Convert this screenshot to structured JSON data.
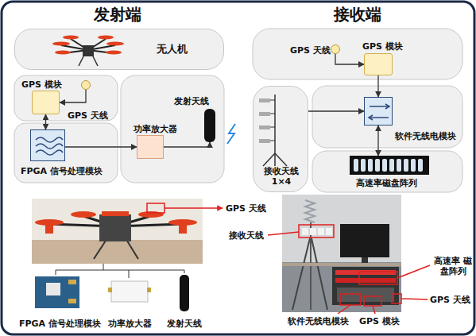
{
  "diagram": {
    "nodes": [
      {
        "text": [
          "无人机"
        ]
      },
      {
        "text": [
          "GPS 模块"
        ]
      },
      {
        "text": [
          "GPS 天线"
        ]
      },
      {
        "text": [
          "FPGA 信号处理模块"
        ]
      },
      {
        "text": [
          "功率放大器"
        ]
      },
      {
        "text": [
          "发射天线"
        ]
      },
      {
        "text": [
          "GPS 天线"
        ]
      },
      {
        "text": [
          "GPS 模块"
        ]
      },
      {
        "text": [
          "接收天线 1×4"
        ]
      },
      {
        "text": [
          "软件无线电模块"
        ]
      },
      {
        "text": [
          "高速率磁盘阵列"
        ]
      }
    ],
    "edges": [
      {
        "from": 2,
        "to": 1,
        "arrow": "to"
      },
      {
        "from": 1,
        "to": 3,
        "arrow": "both"
      },
      {
        "from": 3,
        "to": 4,
        "arrow": "to"
      },
      {
        "from": 4,
        "to": 5,
        "arrow": "to"
      },
      {
        "from": 6,
        "to": 7,
        "arrow": "to"
      },
      {
        "from": 7,
        "to": 9,
        "arrow": "to"
      },
      {
        "from": 8,
        "to": 9,
        "arrow": "to"
      },
      {
        "from": 9,
        "to": 10,
        "arrow": "both"
      }
    ],
    "labels": [
      "发射端",
      "接收端",
      "GPS 天线",
      "FPGA 信号处理模块",
      "功率放大器",
      "发射天线",
      "接收天线",
      "高速率 磁盘阵列",
      "GPS 天线",
      "软件无线电模块",
      "GPS 模块"
    ]
  }
}
